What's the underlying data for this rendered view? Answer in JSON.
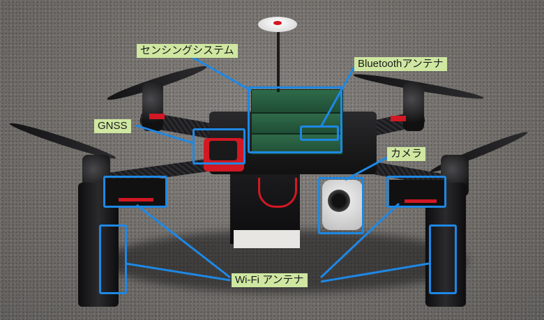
{
  "labels": {
    "sensing_system": "センシングシステム",
    "bluetooth_antenna": "Bluetoothアンテナ",
    "gnss": "GNSS",
    "camera": "カメラ",
    "wifi_antenna": "Wi-Fi アンテナ"
  },
  "colors": {
    "label_bg": "#cfe7a1",
    "callout_line": "#1e88e5",
    "asphalt": "#74716d"
  }
}
